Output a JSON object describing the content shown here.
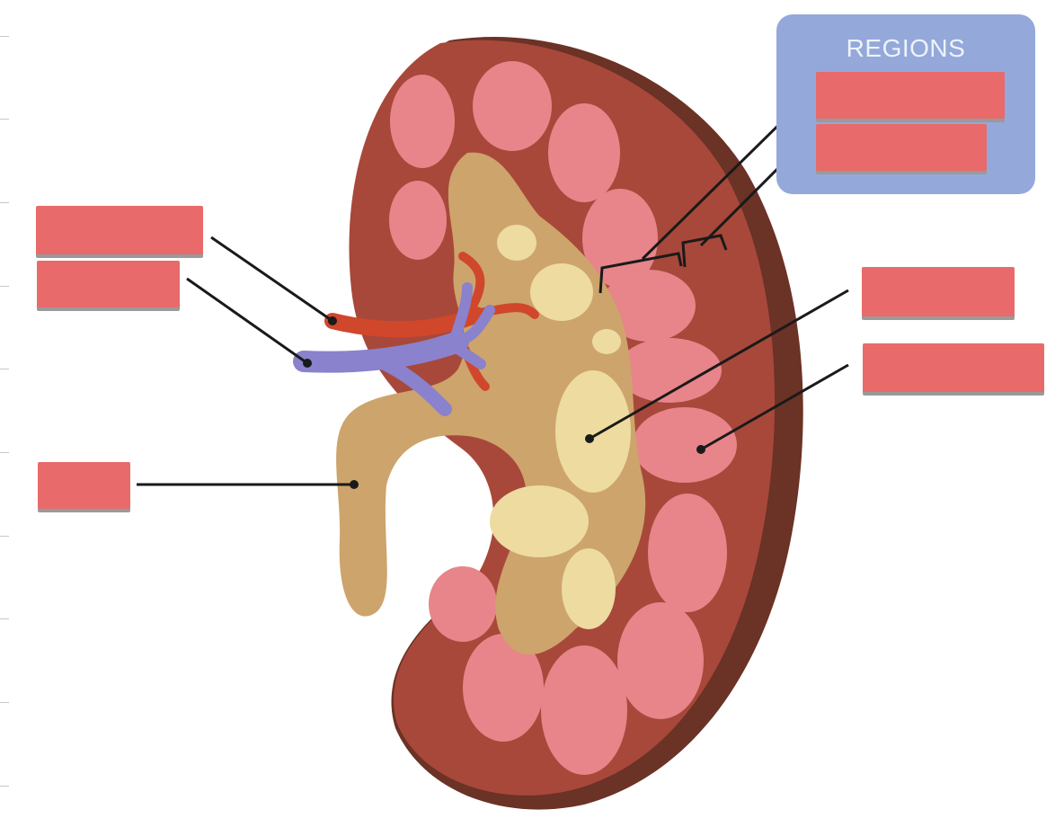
{
  "regions_panel": {
    "title": "REGIONS"
  },
  "colors": {
    "cortex_outer": "#a8483a",
    "cortex_shadow": "#6b3226",
    "pyramid": "#e7858a",
    "pelvis": "#cda46c",
    "calyx_light": "#eddba0",
    "artery": "#d0472b",
    "vein": "#8a82cc",
    "label_box": "#e96a6a",
    "regions_panel": "#94a8da"
  },
  "label_boxes": [
    {
      "id": "renal-artery-label",
      "value": ""
    },
    {
      "id": "renal-vein-label",
      "value": ""
    },
    {
      "id": "ureter-label",
      "value": ""
    },
    {
      "id": "region-label-1",
      "value": ""
    },
    {
      "id": "region-label-2",
      "value": ""
    },
    {
      "id": "renal-pelvis-label",
      "value": ""
    },
    {
      "id": "renal-pyramid-label",
      "value": ""
    }
  ]
}
